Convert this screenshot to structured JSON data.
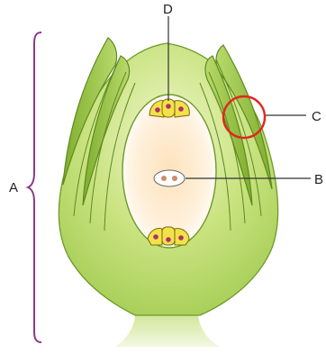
{
  "labels": {
    "a": "A",
    "b": "B",
    "c": "C",
    "d": "D"
  },
  "colors": {
    "ovule_light": "#e6f1bf",
    "ovule_mid": "#b5d86a",
    "ovule_dark": "#6e9a2a",
    "embryo_sac_center": "#fde6c4",
    "embryo_sac_edge": "#ffffff",
    "cell_fill": "#f2e24a",
    "nucleus": "#b0306a",
    "highlight_circle": "#e0281f",
    "brace": "#8a3a8c",
    "leader_line": "#333333"
  }
}
